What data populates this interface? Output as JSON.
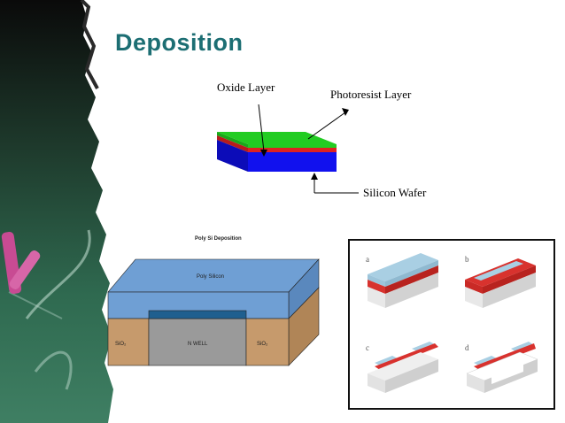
{
  "slide": {
    "title": "Deposition"
  },
  "top_diagram": {
    "labels": {
      "oxide": "Oxide Layer",
      "photoresist": "Photoresist Layer",
      "wafer": "Silicon Wafer"
    },
    "colors": {
      "photoresist": "#22cc22",
      "oxide": "#dd2222",
      "wafer": "#1111ee"
    }
  },
  "poly_diagram": {
    "title": "Poly Si Deposition",
    "poly_label": "Poly Silicon",
    "well_label": "N WELL",
    "sio2_left": "SiO₂",
    "sio2_right": "SiO₂",
    "colors": {
      "poly": "#6f9fd4",
      "sio2": "#c69a6c",
      "nwell": "#9a9a9a",
      "gate_oxide": "#1f5f8f"
    }
  },
  "steps": {
    "letters": [
      "a",
      "b",
      "c",
      "d"
    ],
    "colors": {
      "photoresist": "#a9cfe3",
      "oxide": "#d8322e",
      "substrate": "#e8e8e8"
    }
  }
}
